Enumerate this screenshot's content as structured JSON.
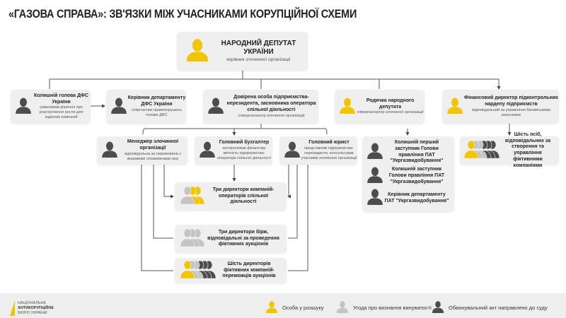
{
  "title": "«ГАЗОВА СПРАВА»: ЗВ'ЯЗКИ МІЖ УЧАСНИКАМИ КОРУПЦІЙНОЇ СХЕМИ",
  "colors": {
    "wanted": "#f2c500",
    "plea": "#c4c4c4",
    "indicted": "#4d4d4d"
  },
  "top": {
    "name": "НАРОДНИЙ ДЕПУТАТ УКРАЇНИ",
    "desc": "керівник злочинної організації",
    "status": "wanted"
  },
  "row2": [
    {
      "name": "Колишній голова ДФС України",
      "desc": "ухвалював рішення про розстрочення ренти для задіяних компаній",
      "status": "indicted"
    },
    {
      "name": "Керівник департаменту ДФС України",
      "desc": "співучасник правопорушень голови ДФС",
      "status": "indicted"
    },
    {
      "name": "Довірена особа підприємства-нерезидента, засновника оператора спільної діяльності",
      "desc": "співорганізатор злочинної організації",
      "status": "indicted"
    },
    {
      "name": "Родичка народного депутата",
      "desc": "співорганізатор злочинної організації",
      "status": "wanted"
    },
    {
      "name": "Фінансовий директор підконтрольних нардепу підприємств",
      "desc": "відповідальний за управління банківськими рахунками",
      "status": "wanted"
    }
  ],
  "row3": [
    {
      "name": "Менеджер злочинної організації",
      "desc": "відповідальна за перемовини з кінцевими споживачами газу",
      "status": "indicted"
    },
    {
      "name": "Головний бухгалтер",
      "desc": "контролював фінансову звітність підприємства-оператора спільної діяльності",
      "status": "indicted"
    },
    {
      "name": "Головний юрист",
      "desc": "представляв підприємства-нерезиденти, консультував учасників злочинної організації",
      "status": "indicted"
    }
  ],
  "ukrgaz": [
    {
      "name": "Колишній перший заступник Голови правління ПАТ \"Укргазвидобування\"",
      "status": "indicted"
    },
    {
      "name": "Колишній заступник Голови правління ПАТ \"Укргазвидобування\"",
      "status": "indicted"
    },
    {
      "name": "Керівник департаменту ПАТ \"Укргазвидобування\"",
      "status": "indicted"
    }
  ],
  "six_persons": {
    "name": "Шість осіб, відповідальних за створення та управління фіктивними компаніями",
    "statuses": [
      "wanted",
      "plea",
      "plea",
      "indicted",
      "indicted",
      "indicted"
    ]
  },
  "groups": [
    {
      "name": "Три директори компаній-операторів спільної діяльності",
      "statuses": [
        "plea",
        "wanted",
        "wanted"
      ]
    },
    {
      "name": "Три директори бірж, відповідальні за проведення фіктивних аукціонів",
      "statuses": [
        "plea",
        "plea",
        "plea"
      ]
    },
    {
      "name": "Шість директорів фіктивних компаній-переможців аукціонів",
      "statuses": [
        "wanted",
        "plea",
        "plea",
        "indicted",
        "indicted",
        "indicted"
      ]
    }
  ],
  "footer": {
    "logo": [
      "НАЦІОНАЛЬНЕ",
      "АНТИКОРУПЦІЙНЕ",
      "БЮРО УКРАЇНИ"
    ],
    "legend": [
      {
        "label": "Особа у розшуку",
        "status": "wanted"
      },
      {
        "label": "Угода про визнання винуватості",
        "status": "plea"
      },
      {
        "label": "Обвинувальний акт направлено до суду",
        "status": "indicted"
      }
    ]
  }
}
